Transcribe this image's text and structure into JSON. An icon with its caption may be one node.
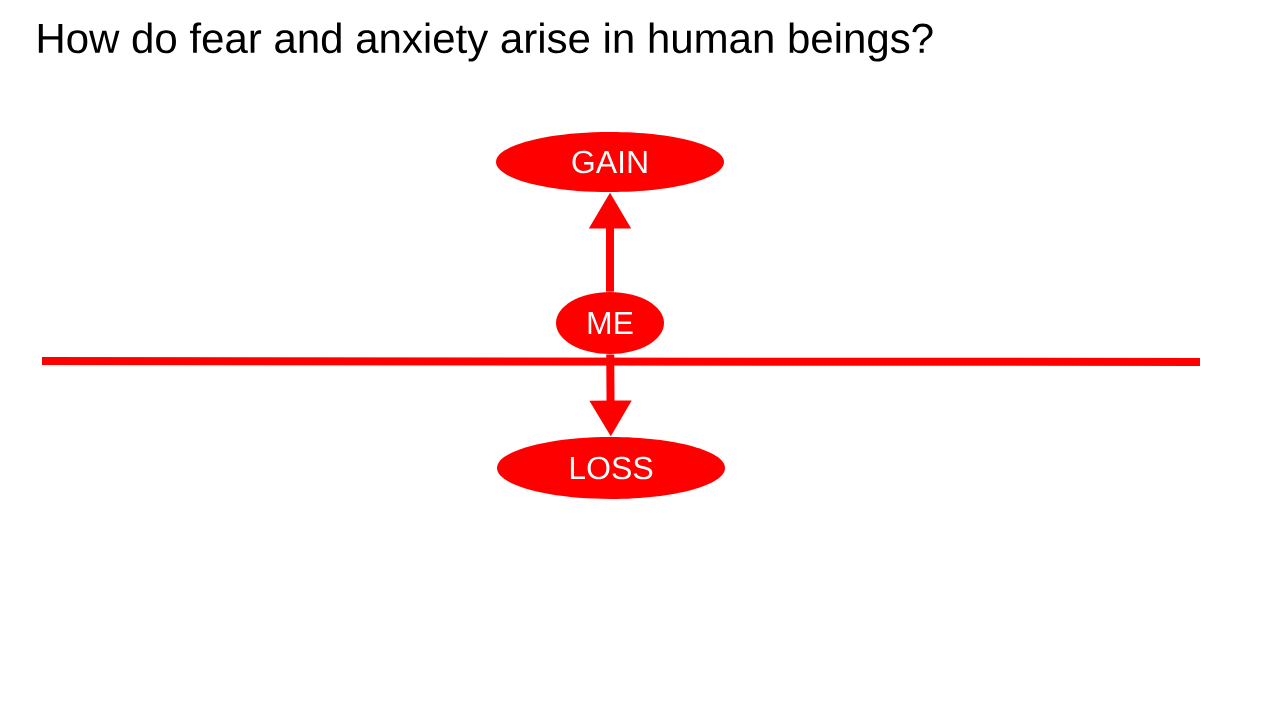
{
  "diagram": {
    "title": "How do fear and anxiety arise in human beings?",
    "nodes": [
      {
        "text": [
          "GAIN"
        ]
      },
      {
        "text": [
          "ME"
        ]
      },
      {
        "text": [
          "LOSS"
        ]
      }
    ],
    "edges": [
      {
        "from": 1,
        "to": 0,
        "arrow": "to"
      },
      {
        "from": 1,
        "to": 2,
        "arrow": "to"
      }
    ]
  }
}
